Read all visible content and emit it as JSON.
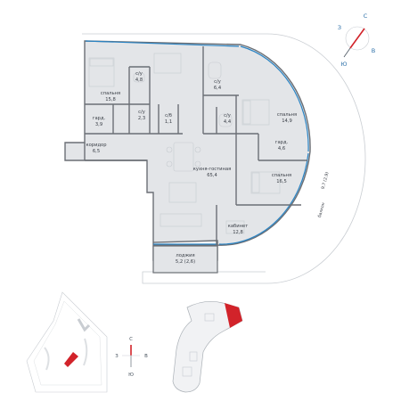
{
  "compass_large": {
    "north": "С",
    "south": "Ю",
    "east": "В",
    "west": "З"
  },
  "compass_small": {
    "north": "С",
    "south": "Ю",
    "east": "В",
    "west": "З"
  },
  "rooms": {
    "bedroom1": {
      "name": "спальня",
      "area": "15,8"
    },
    "bath1": {
      "name": "с/у",
      "area": "4,8"
    },
    "bath2": {
      "name": "с/у",
      "area": "2,3"
    },
    "closet1": {
      "name": "с/б",
      "area": "1,1"
    },
    "wardrobe1": {
      "name": "гард.",
      "area": "3,9"
    },
    "corridor": {
      "name": "коридор",
      "area": "6,5"
    },
    "bath3": {
      "name": "с/у",
      "area": "6,4"
    },
    "bath4": {
      "name": "с/у",
      "area": "4,4"
    },
    "bedroom2": {
      "name": "спальня",
      "area": "14,9"
    },
    "wardrobe2": {
      "name": "гард.",
      "area": "4,6"
    },
    "bedroom3": {
      "name": "спальня",
      "area": "16,5"
    },
    "kitchen": {
      "name": "кухня-гостиная",
      "area": "65,4"
    },
    "study": {
      "name": "кабинет",
      "area": "12,8"
    },
    "loggia": {
      "name": "лоджия",
      "area": "5,2 (2,6)"
    },
    "balcony": {
      "name": "балкон",
      "area": "9,7 (2,9)"
    }
  },
  "colors": {
    "highlight": "#d2232a",
    "glazing": "#2a84c4",
    "floor": "#e3e5e8",
    "wall": "#6b6f75"
  }
}
